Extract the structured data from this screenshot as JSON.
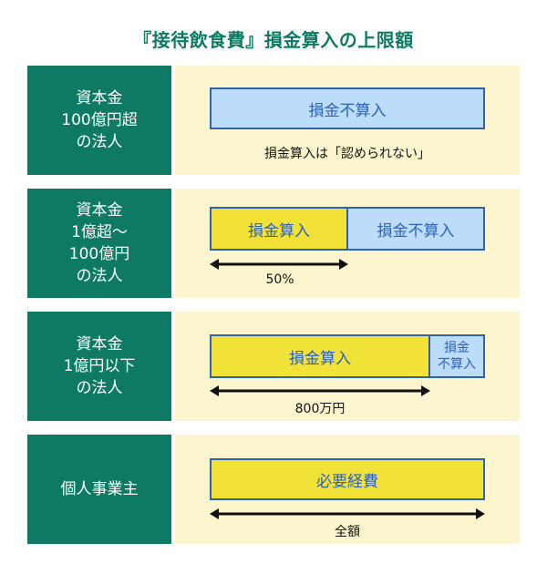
{
  "title": "『接待飲食費』損金算入の上限額",
  "rows": [
    {
      "label": "資本金\n100億円超\nの法人",
      "bars": [
        "損金不算入"
      ],
      "note": "損金算入は「認められない」"
    },
    {
      "label": "資本金\n1億超〜\n100億円\nの法人",
      "bars": [
        "損金算入",
        "損金不算入"
      ],
      "note": "50%"
    },
    {
      "label": "資本金\n1億円以下\nの法人",
      "bars": [
        "損金算入",
        "損金\n不算入"
      ],
      "note": "800万円"
    },
    {
      "label": "個人事業主",
      "bars": [
        "必要経費"
      ],
      "note": "全額"
    }
  ],
  "colors": {
    "label_bg": "#0e7a63",
    "panel_bg": "#fdf5cd",
    "bar_blue": "#bcdcfa",
    "bar_yellow": "#f2e136",
    "bar_border": "#2d62b5"
  }
}
